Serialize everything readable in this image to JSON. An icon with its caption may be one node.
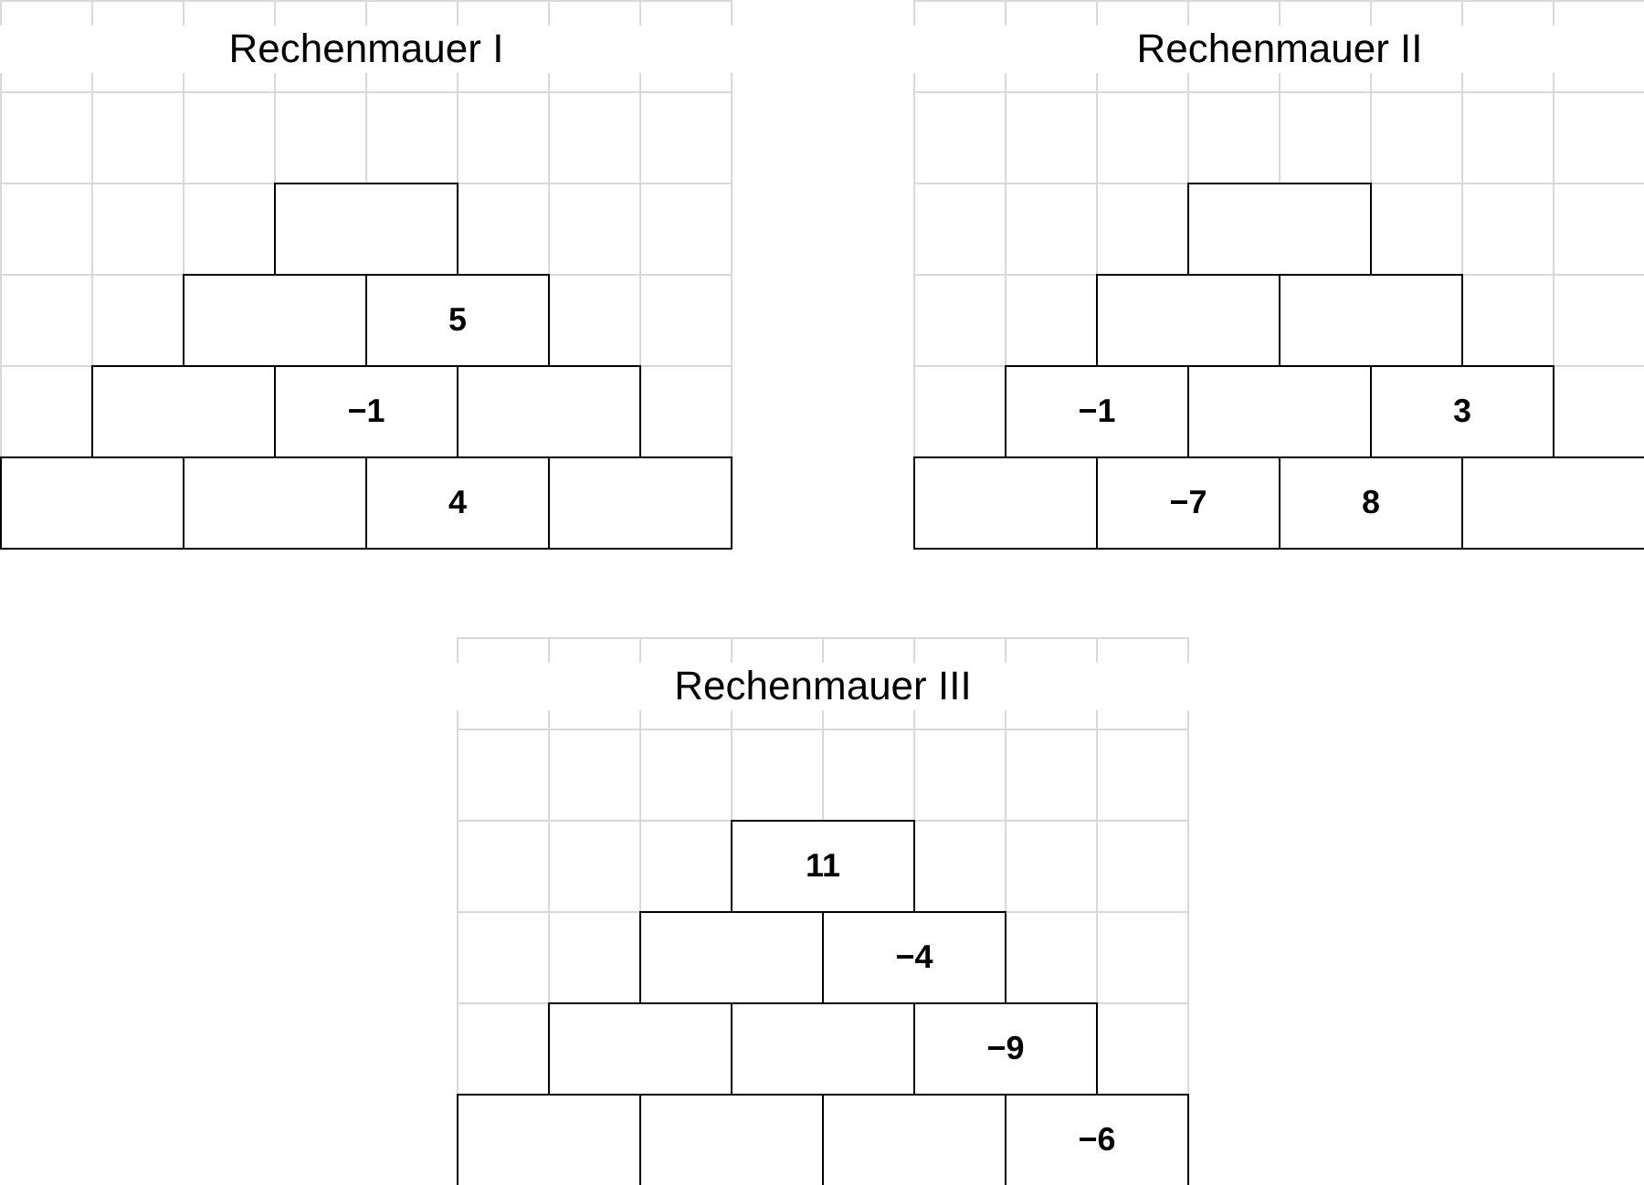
{
  "diagram": {
    "nodes": [
      {
        "text": [
          "Rechenmauer I"
        ]
      },
      {
        "text": [],
        "shape": "box",
        "in": 0
      },
      {
        "text": [],
        "shape": "box",
        "in": 0
      },
      {
        "text": [
          "5"
        ],
        "in": 0
      },
      {
        "text": [],
        "shape": "box",
        "in": 0
      },
      {
        "text": [
          "−1"
        ],
        "in": 0
      },
      {
        "text": [],
        "shape": "box",
        "in": 0
      },
      {
        "text": [],
        "shape": "box",
        "in": 0
      },
      {
        "text": [],
        "shape": "box",
        "in": 0
      },
      {
        "text": [
          "4"
        ],
        "in": 0
      },
      {
        "text": [],
        "shape": "box",
        "in": 0
      },
      {
        "text": [
          "Rechenmauer II"
        ]
      },
      {
        "text": [],
        "shape": "box",
        "in": 11
      },
      {
        "text": [],
        "shape": "box",
        "in": 11
      },
      {
        "text": [],
        "shape": "box",
        "in": 11
      },
      {
        "text": [
          "−1"
        ],
        "in": 11
      },
      {
        "text": [],
        "shape": "box",
        "in": 11
      },
      {
        "text": [
          "3"
        ],
        "in": 11
      },
      {
        "text": [],
        "shape": "box",
        "in": 11
      },
      {
        "text": [
          "−7"
        ],
        "in": 11
      },
      {
        "text": [
          "8"
        ],
        "in": 11
      },
      {
        "text": [],
        "shape": "box",
        "in": 11
      },
      {
        "text": [
          "Rechenmauer III"
        ]
      },
      {
        "text": [
          "11"
        ],
        "in": 22
      },
      {
        "text": [],
        "shape": "box",
        "in": 22
      },
      {
        "text": [
          "−4"
        ],
        "in": 22
      },
      {
        "text": [],
        "shape": "box",
        "in": 22
      },
      {
        "text": [],
        "shape": "box",
        "in": 22
      },
      {
        "text": [
          "−9"
        ],
        "in": 22
      },
      {
        "text": [],
        "shape": "box",
        "in": 22
      },
      {
        "text": [],
        "shape": "box",
        "in": 22
      },
      {
        "text": [],
        "shape": "box",
        "in": 22
      },
      {
        "text": [
          "−6"
        ],
        "in": 22
      }
    ]
  }
}
